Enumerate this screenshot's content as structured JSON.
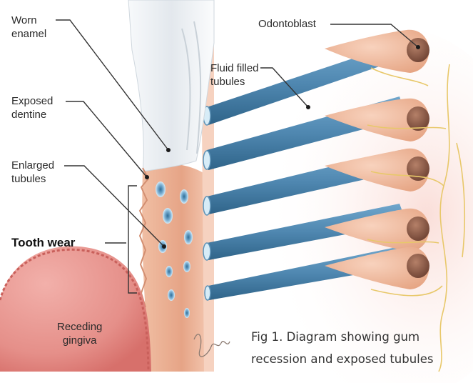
{
  "labels": {
    "worn_enamel": [
      "Worn",
      "enamel"
    ],
    "exposed_dentine": [
      "Exposed",
      "dentine"
    ],
    "enlarged_tubules": [
      "Enlarged",
      "tubules"
    ],
    "tooth_wear": "Tooth wear",
    "receding_gingiva": [
      "Receding",
      "gingiva"
    ],
    "odontoblast": "Odontoblast",
    "fluid_filled_tubules": [
      "Fluid filled",
      "tubules"
    ]
  },
  "caption": [
    "Fig 1. Diagram showing gum",
    "recession and exposed tubules"
  ],
  "colors": {
    "tubule": "#4f87b0",
    "dentine": "#e8a989",
    "enamel": "#eef1f4",
    "gingiva": "#e48b86",
    "cell": "#eeb89b",
    "nucleus": "#8a5a47",
    "nerve": "#e8c86a"
  }
}
